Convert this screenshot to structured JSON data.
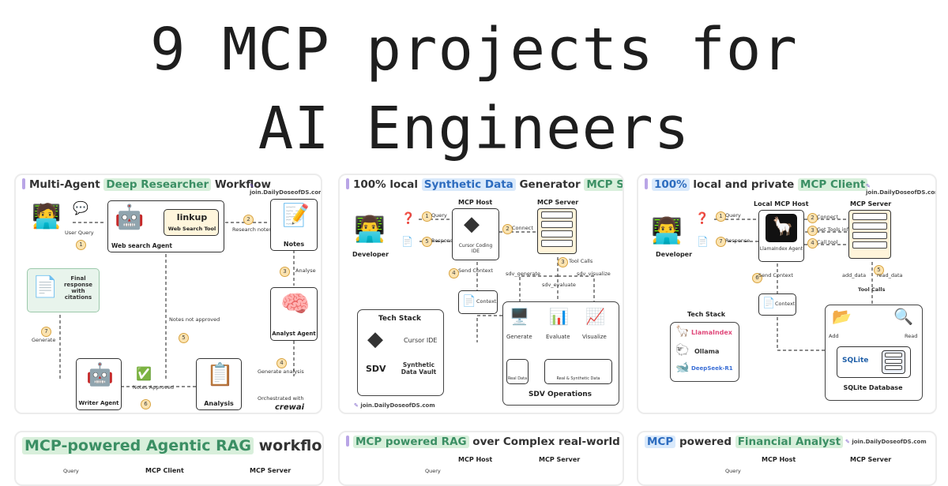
{
  "header": {
    "title_line1": "9 MCP projects for",
    "title_line2": "AI Engineers"
  },
  "brand": "join.DailyDoseofDS.com",
  "panel1": {
    "title_a": "Multi-Agent ",
    "title_b": "Deep Researcher",
    "title_c": " Workflow",
    "user_query": "User Query",
    "web_agent": "Web search Agent",
    "linkup": "linkup",
    "web_tool": "Web Search Tool",
    "research_notes": "Research notes",
    "notes": "Notes",
    "analyse": "Analyse",
    "analyst_agent": "Analyst Agent",
    "generate_analysis": "Generate analysis",
    "analysis": "Analysis",
    "notes_approved": "Notes Approved",
    "writer_agent": "Writer Agent",
    "generate": "Generate",
    "final_response": "Final response with citations",
    "notes_not_approved": "Notes not approved",
    "orchestrated": "Orchestrated with",
    "crewai": "crewai",
    "n1": "1",
    "n2": "2",
    "n3": "3",
    "n4": "4",
    "n5": "5",
    "n6": "6",
    "n7": "7"
  },
  "panel2": {
    "title_a": "100% local ",
    "title_b": "Synthetic Data",
    "title_c": " Generator ",
    "title_d": "MCP Server",
    "mcp_host": "MCP Host",
    "mcp_server": "MCP Server",
    "developer": "Developer",
    "query": "Query",
    "response": "Response",
    "connect": "Connect",
    "cursor_ide_node": "Cursor Coding IDE",
    "tool_calls": "Tool Calls",
    "send_context": "Send Context",
    "context": "Context",
    "sdv_generate": "sdv_generate",
    "sdv_evaluate": "sdv_evaluate",
    "sdv_visualize": "sdv_visualize",
    "tech_stack": "Tech Stack",
    "cursor_ide": "Cursor IDE",
    "sdv": "SDV",
    "synthetic_vault": "Synthetic Data Vault",
    "generate": "Generate",
    "evaluate": "Evaluate",
    "visualize": "Visualize",
    "real_data": "Real Data",
    "real_synth": "Real & Synthetic Data",
    "sdv_ops": "SDV Operations",
    "n1": "1",
    "n2": "2",
    "n3": "3",
    "n4": "4",
    "n5": "5"
  },
  "panel3": {
    "title_a": "100%",
    "title_b": " local and private ",
    "title_c": "MCP Client",
    "local_host": "Local MCP Host",
    "mcp_server": "MCP Server",
    "developer": "Developer",
    "query": "Query",
    "response": "Response",
    "connect": "Connect",
    "get_tools": "Get Tools info",
    "call_tool": "Call tool",
    "llamaindex_agent": "LlamaIndex Agent",
    "send_context": "Send Context",
    "context": "Context",
    "add_data": "add_data",
    "read_data": "read_data",
    "tool_calls": "Tool Calls",
    "tech_stack": "Tech Stack",
    "llamaindex": "LlamaIndex",
    "ollama": "Ollama",
    "deepseek": "DeepSeek-R1",
    "add": "Add",
    "read": "Read",
    "sqlite": "SQLite",
    "sqlite_db": "SQLite Database",
    "n1": "1",
    "n2": "2",
    "n3": "3",
    "n4": "4",
    "n5": "5",
    "n6": "6",
    "n7": "7"
  },
  "panel4": {
    "title_a": "MCP-powered Agentic RAG",
    "title_b": " workflow",
    "query": "Query",
    "mcp_client": "MCP Client",
    "mcp_server": "MCP Server"
  },
  "panel5": {
    "title_a": "MCP powered RAG",
    "title_b": " over Complex real-world docs",
    "mcp_host": "MCP Host",
    "mcp_server": "MCP Server",
    "query": "Query"
  },
  "panel6": {
    "title_a": "MCP",
    "title_b": " powered ",
    "title_c": "Financial Analyst",
    "mcp_host": "MCP Host",
    "mcp_server": "MCP Server",
    "query": "Query"
  },
  "colors": {
    "accent_green": "#3b8f64",
    "accent_blue": "#2d6cbf",
    "title_bar": "#b9a5e6",
    "step_badge": "#fbe3b0"
  }
}
